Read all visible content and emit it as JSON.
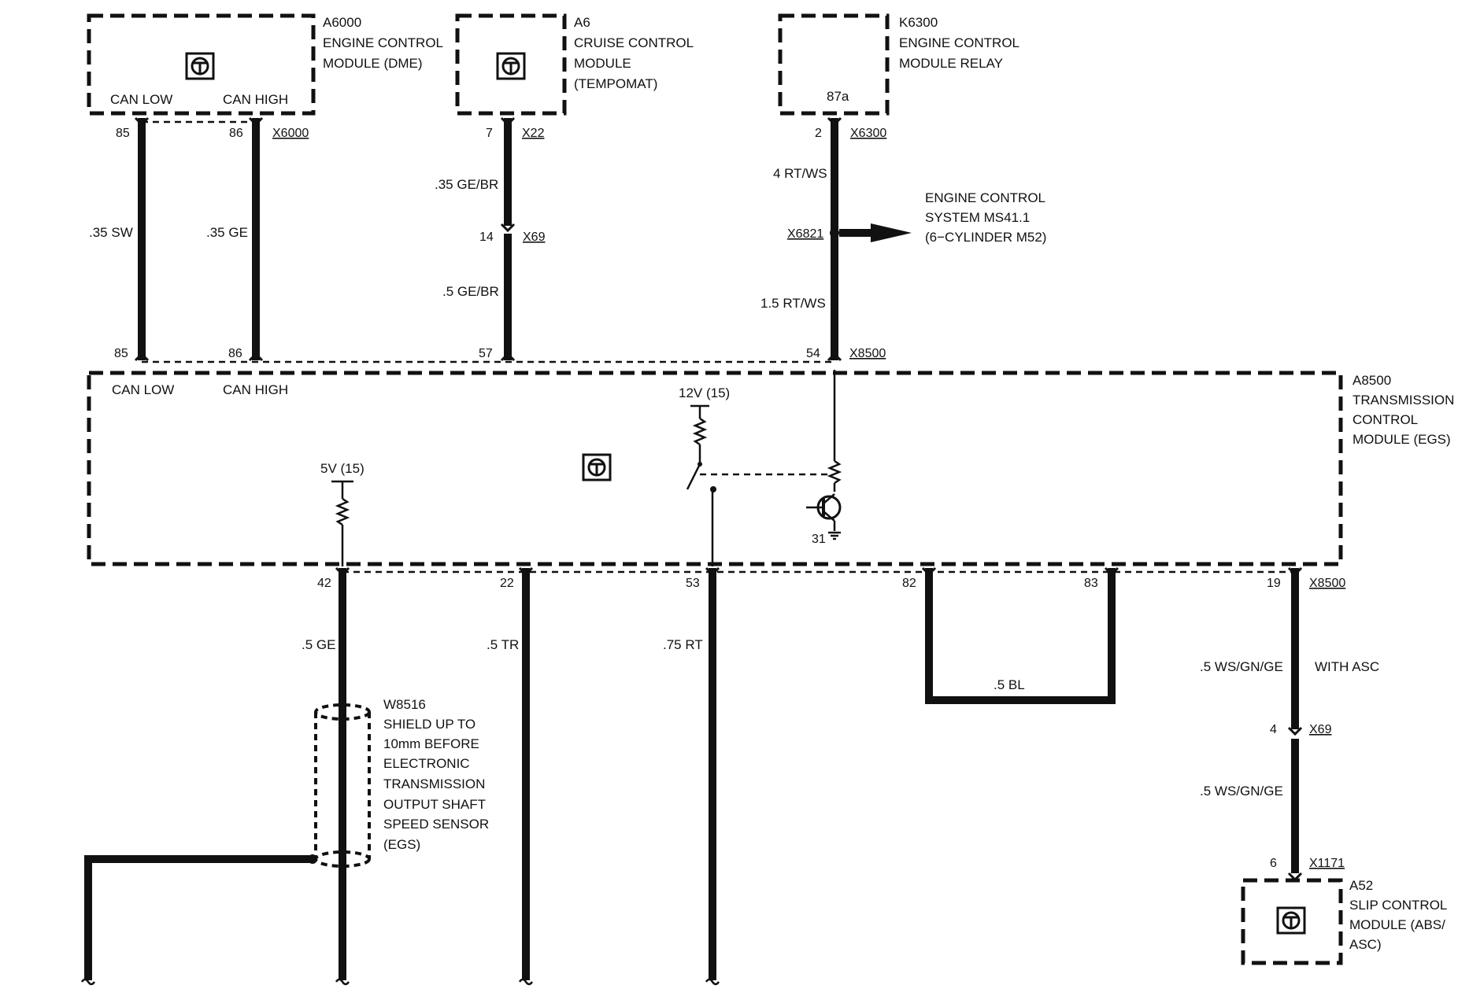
{
  "components": {
    "a6000": {
      "id": "A6000",
      "line1": "ENGINE CONTROL",
      "line2": "MODULE (DME)",
      "can_low": "CAN  LOW",
      "can_high": "CAN  HIGH"
    },
    "a6": {
      "id": "A6",
      "line1": "CRUISE CONTROL",
      "line2": "MODULE",
      "line3": "(TEMPOMAT)"
    },
    "k6300": {
      "id": "K6300",
      "line1": "ENGINE CONTROL",
      "line2": "MODULE RELAY",
      "pin": "87a"
    },
    "a8500": {
      "id": "A8500",
      "line1": "TRANSMISSION",
      "line2": "CONTROL",
      "line3": "MODULE (EGS)",
      "can_low": "CAN  LOW",
      "can_high": "CAN  HIGH",
      "v12": "12V (15)",
      "v5": "5V (15)",
      "ground_pin": "31"
    },
    "a52": {
      "id": "A52",
      "line1": "SLIP CONTROL",
      "line2": "MODULE (ABS/",
      "line3": "ASC)"
    },
    "ms41": {
      "line1": "ENGINE CONTROL",
      "line2": "SYSTEM MS41.1",
      "line3": "(6−CYLINDER M52)"
    },
    "w8516": {
      "id": "W8516",
      "line1": "SHIELD UP TO",
      "line2": "10mm BEFORE",
      "line3": "ELECTRONIC",
      "line4": "TRANSMISSION",
      "line5": "OUTPUT SHAFT",
      "line6": "SPEED SENSOR",
      "line7": "(EGS)"
    }
  },
  "connectors": {
    "x6000": "X6000",
    "x22": "X22",
    "x69_top": "X69",
    "x6300": "X6300",
    "x6821": "X6821",
    "x8500_top": "X8500",
    "x8500_bottom": "X8500",
    "x69_right": "X69",
    "x1171": "X1171"
  },
  "pins": {
    "p85_top": "85",
    "p86_top": "86",
    "p7": "7",
    "p14": "14",
    "p2": "2",
    "p85_bot": "85",
    "p86_bot": "86",
    "p57": "57",
    "p54": "54",
    "p42": "42",
    "p22": "22",
    "p53": "53",
    "p82": "82",
    "p83": "83",
    "p19": "19",
    "p4": "4",
    "p6": "6"
  },
  "wires": {
    "w_sw": ".35 SW",
    "w_ge35": ".35 GE",
    "w_gebr35": ".35 GE/BR",
    "w_gebr5": ".5 GE/BR",
    "w_rtws4": "4 RT/WS",
    "w_rtws15": "1.5 RT/WS",
    "w_ge5": ".5 GE",
    "w_tr": ".5 TR",
    "w_rt": ".75 RT",
    "w_bl": ".5 BL",
    "w_wsgnge1": ".5 WS/GN/GE",
    "w_wsgnge2": ".5 WS/GN/GE",
    "with_asc": "WITH ASC"
  }
}
